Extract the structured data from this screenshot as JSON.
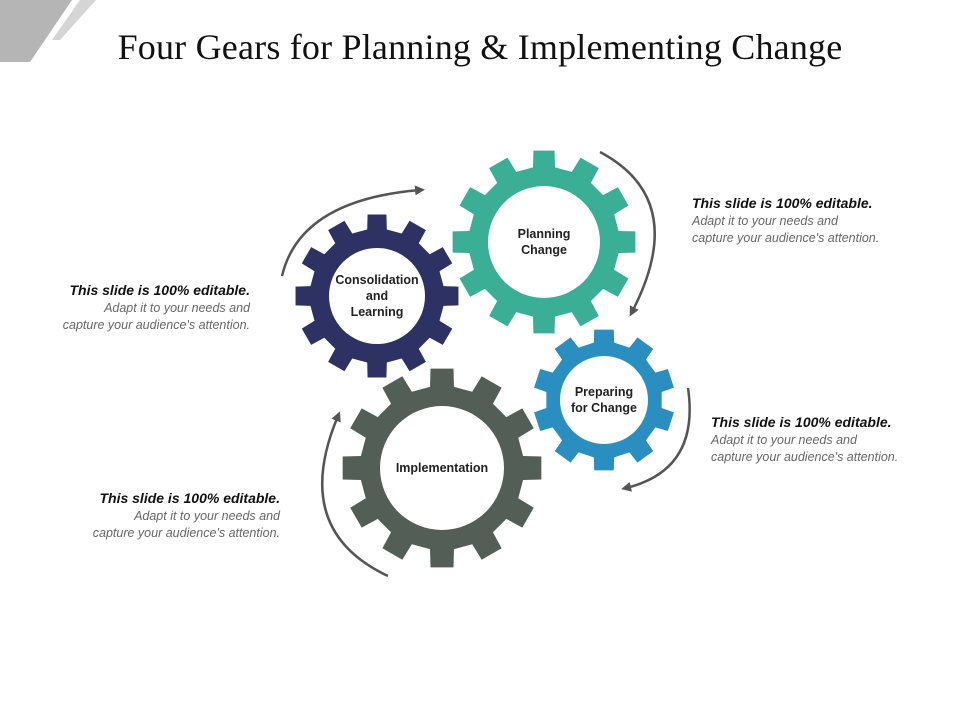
{
  "slide": {
    "title": "Four Gears for Planning & Implementing Change"
  },
  "gears": [
    {
      "id": "consolidation",
      "lines": [
        "Consolidation",
        "and",
        "Learning"
      ],
      "color": "#2e3163"
    },
    {
      "id": "planning",
      "lines": [
        "Planning",
        "Change"
      ],
      "color": "#3aaf96"
    },
    {
      "id": "preparing",
      "lines": [
        "Preparing",
        "for Change"
      ],
      "color": "#2a8fc0"
    },
    {
      "id": "implementation",
      "lines": [
        "Implementation"
      ],
      "color": "#525e56"
    }
  ],
  "callouts": {
    "top_right": {
      "heading": "This slide is 100% editable.",
      "line1": "Adapt it to your needs and",
      "line2": "capture your audience's attention."
    },
    "left": {
      "heading": "This slide is 100% editable.",
      "line1": "Adapt it to your needs and",
      "line2": "capture your audience's attention."
    },
    "right": {
      "heading": "This slide is 100% editable.",
      "line1": "Adapt it to your needs and",
      "line2": "capture your audience's attention."
    },
    "bottom_left": {
      "heading": "This slide is 100% editable.",
      "line1": "Adapt it to your needs and",
      "line2": "capture your audience's attention."
    }
  },
  "colors": {
    "arrow": "#555555",
    "corner_decor": "#b5b5b5"
  }
}
